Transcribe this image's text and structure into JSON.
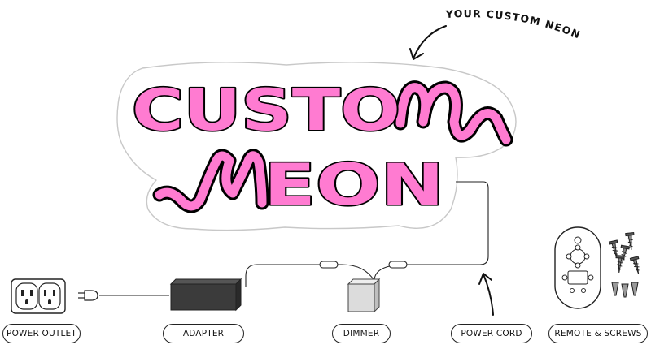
{
  "annotation": {
    "text": "YOUR CUSTOM NEON"
  },
  "neon_sign": {
    "line1": "CUSTO",
    "line2": "EON"
  },
  "labels": {
    "power_outlet": "POWER OUTLET",
    "adapter": "ADAPTER",
    "dimmer": "DIMMER",
    "power_cord": "POWER  CORD",
    "remote_screws": "REMOTE & SCREWS"
  },
  "colors": {
    "neon_pink": "#ff7bd1",
    "outline": "#000000",
    "backing": "#ffffff",
    "backing_border": "#c8c8c8",
    "adapter": "#3b3b3b",
    "dimmer": "#dcdcdc"
  }
}
